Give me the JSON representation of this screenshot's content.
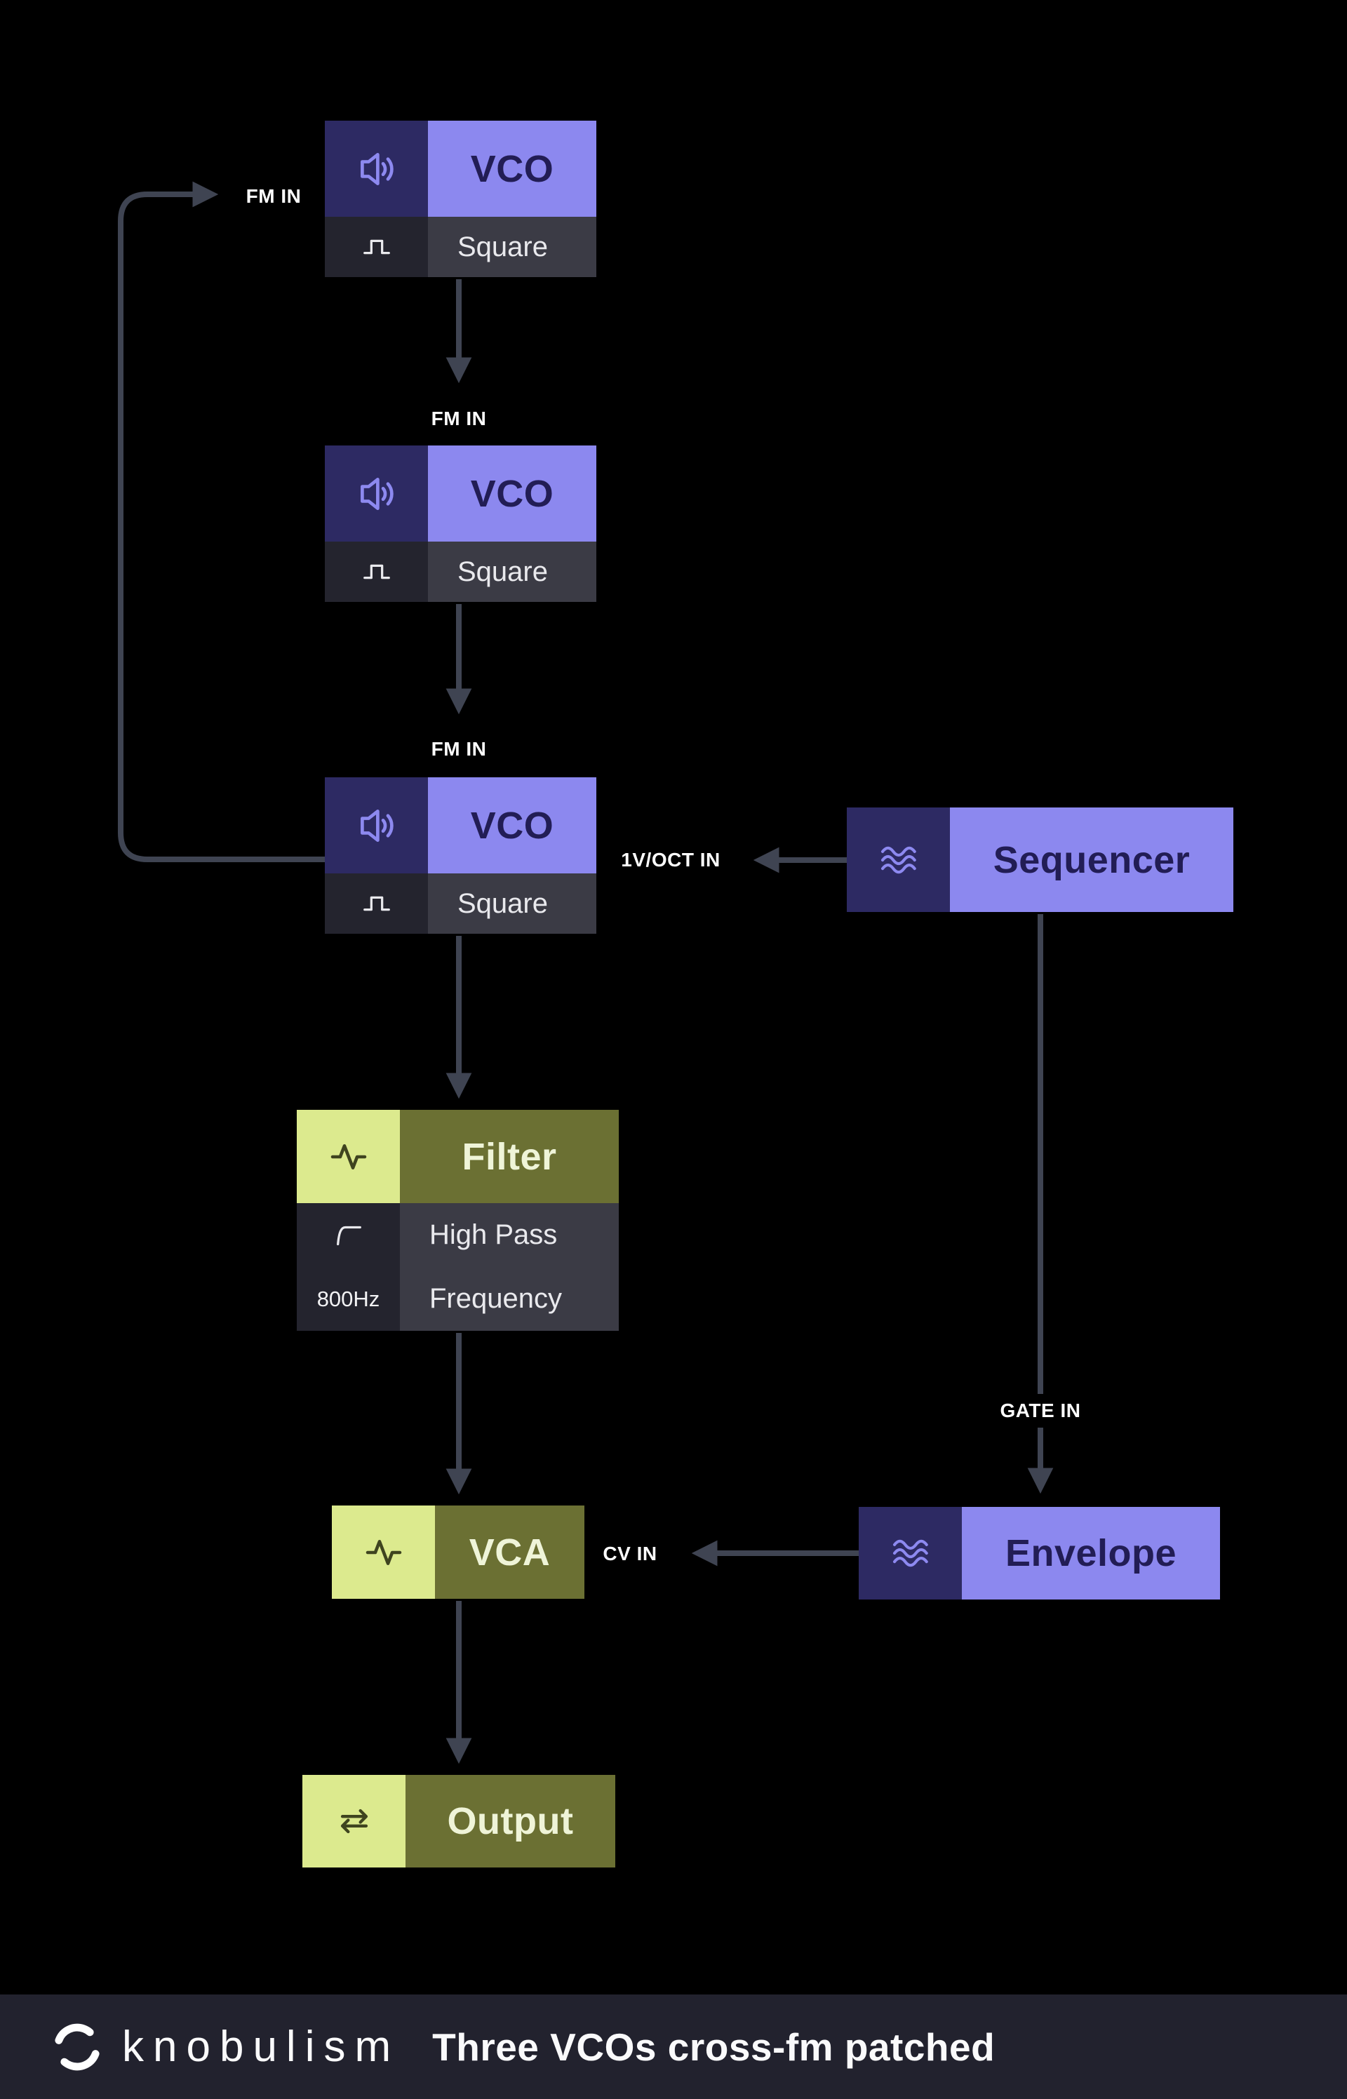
{
  "diagram": {
    "nodes": {
      "vco1": {
        "title": "VCO",
        "waveform": "Square"
      },
      "vco2": {
        "title": "VCO",
        "waveform": "Square"
      },
      "vco3": {
        "title": "VCO",
        "waveform": "Square"
      },
      "sequencer": {
        "title": "Sequencer"
      },
      "filter": {
        "title": "Filter",
        "mode": "High Pass",
        "param_value": "800Hz",
        "param_name": "Frequency"
      },
      "vca": {
        "title": "VCA"
      },
      "envelope": {
        "title": "Envelope"
      },
      "output": {
        "title": "Output"
      }
    },
    "port_labels": {
      "vco1_fm": "FM IN",
      "vco2_fm": "FM IN",
      "vco3_fm": "FM IN",
      "vco3_voct": "1V/OCT IN",
      "env_gate": "GATE IN",
      "vca_cv": "CV IN"
    }
  },
  "footer": {
    "brand": "knobulism",
    "caption": "Three VCOs cross-fm patched"
  },
  "colors": {
    "background": "#000000",
    "periwinkle": "#8c88ef",
    "indigo": "#2d2a63",
    "olive": "#6b7033",
    "light_green": "#dcea8e",
    "arrow": "#3f4452",
    "footer_bg": "#22222e"
  }
}
